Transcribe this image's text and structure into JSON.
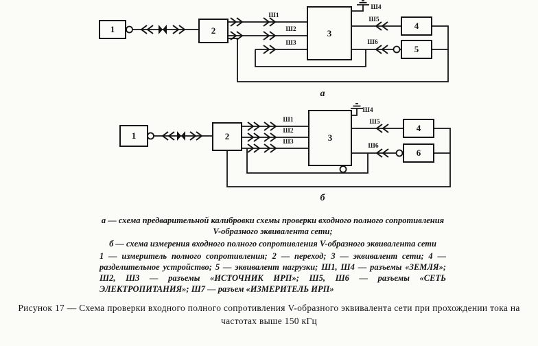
{
  "figure": {
    "diagrams": {
      "a": {
        "label": "а",
        "block1": "1",
        "block2": "2",
        "block3": "3",
        "block4": "4",
        "block5": "5",
        "sh1": "Ш1",
        "sh2": "Ш2",
        "sh3": "Ш3",
        "sh4": "Ш4",
        "sh5": "Ш5",
        "sh6": "Ш6"
      },
      "b": {
        "label": "б",
        "block1": "1",
        "block2": "2",
        "block3": "3",
        "block4": "4",
        "block6": "6",
        "sh1": "Ш1",
        "sh2": "Ш2",
        "sh3": "Ш3",
        "sh4": "Ш4",
        "sh5": "Ш5",
        "sh6": "Ш6"
      }
    },
    "legend": {
      "item_a": "а — схема предварительной калибровки схемы проверки входного полного сопротивления V-образного эквивалента сети;",
      "item_b": "б — схема измерения входного полного сопротивления V-образного эквивалента сети",
      "item_numbers": "1 — измеритель полного сопротивления; 2 — переход; 3 — эквивалент сети; 4 — разделительное устройство; 5 — эквивалент нагрузки; Ш1, Ш4 — разъемы «ЗЕМЛЯ»; Ш2, Ш3 — разъемы «ИСТОЧНИК ИРП»; Ш5, Ш6 — разъемы «СЕТЬ ЭЛЕКТРОПИТАНИЯ»; Ш7 — разъем «ИЗМЕРИТЕЛЬ ИРП»"
    },
    "caption": "Рисунок 17 — Схема проверки входного полного сопротивления V-образного эквивалента сети при прохождении тока на частотах выше 150 кГц"
  }
}
